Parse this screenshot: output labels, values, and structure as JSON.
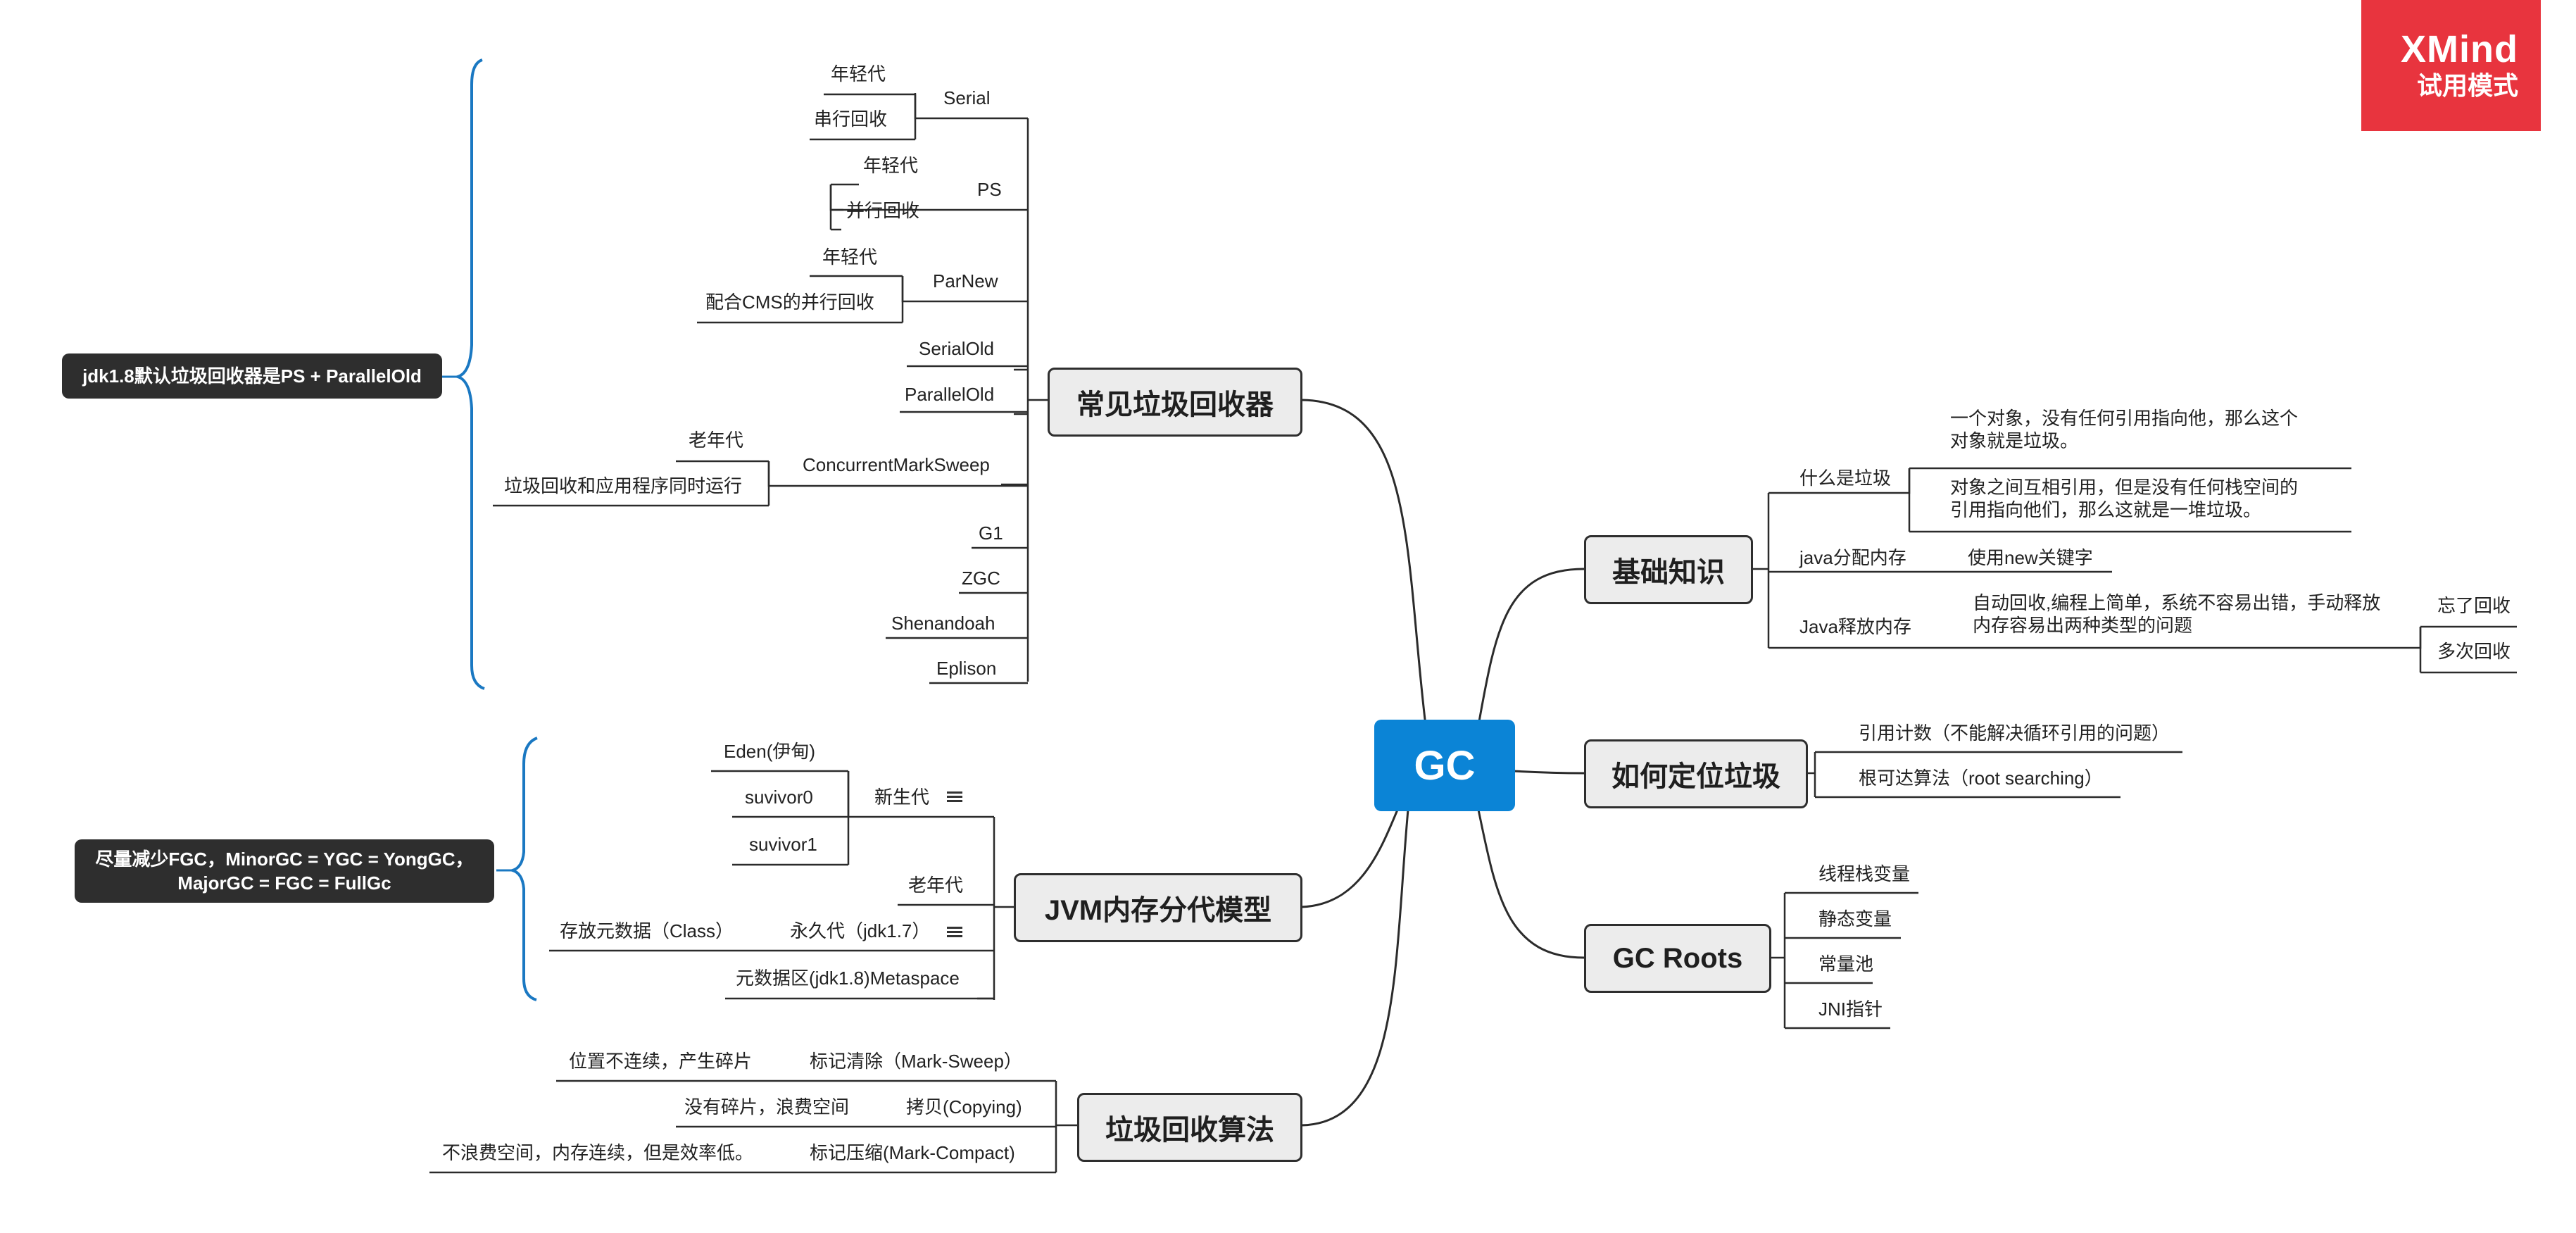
{
  "badge": {
    "brand": "XMind",
    "mode": "试用模式"
  },
  "center": "GC",
  "topics": {
    "collectors": "常见垃圾回收器",
    "memory": "JVM内存分代模型",
    "algorithms": "垃圾回收算法",
    "basics": "基础知识",
    "locate": "如何定位垃圾",
    "roots": "GC Roots"
  },
  "collectors": {
    "serial": "Serial",
    "serial_young": "年轻代",
    "serial_mode": "串行回收",
    "ps": "PS",
    "ps_young": "年轻代",
    "ps_mode": "并行回收",
    "parnew": "ParNew",
    "parnew_young": "年轻代",
    "parnew_mode": "配合CMS的并行回收",
    "serialold": "SerialOld",
    "parallelold": "ParallelOld",
    "cms": "ConcurrentMarkSweep",
    "cms_old": "老年代",
    "cms_mode": "垃圾回收和应用程序同时运行",
    "g1": "G1",
    "zgc": "ZGC",
    "shenandoah": "Shenandoah",
    "epsilon": "Eplison",
    "summary": "jdk1.8默认垃圾回收器是PS + ParallelOld"
  },
  "memory": {
    "young": "新生代",
    "eden": "Eden(伊甸)",
    "s0": "suvivor0",
    "s1": "suvivor1",
    "old": "老年代",
    "perm": "永久代（jdk1.7）",
    "perm_note": "存放元数据（Class）",
    "meta": "元数据区(jdk1.8)Metaspace",
    "summary": "尽量减少FGC，MinorGC = YGC = YongGC， MajorGC = FGC = FullGc"
  },
  "algorithms": {
    "mark_sweep": "标记清除（Mark-Sweep）",
    "mark_sweep_note": "位置不连续，产生碎片",
    "copying": "拷贝(Copying)",
    "copying_note": "没有碎片，浪费空间",
    "mark_compact": "标记压缩(Mark-Compact)",
    "mark_compact_note": "不浪费空间，内存连续，但是效率低。"
  },
  "basics": {
    "what": "什么是垃圾",
    "what_1": "一个对象，没有任何引用指向他，那么这个对象就是垃圾。",
    "what_2": "对象之间互相引用，但是没有任何栈空间的引用指向他们，那么这就是一堆垃圾。",
    "alloc": "java分配内存",
    "alloc_1": "使用new关键字",
    "free": "Java释放内存",
    "free_1": "自动回收,编程上简单，系统不容易出错，手动释放内存容易出两种类型的问题",
    "forget": "忘了回收",
    "multi": "多次回收"
  },
  "locate": {
    "refcount": "引用计数（不能解决循环引用的问题）",
    "reach": "根可达算法（root searching）"
  },
  "roots": {
    "stack": "线程栈变量",
    "static": "静态变量",
    "pool": "常量池",
    "jni": "JNI指针"
  }
}
